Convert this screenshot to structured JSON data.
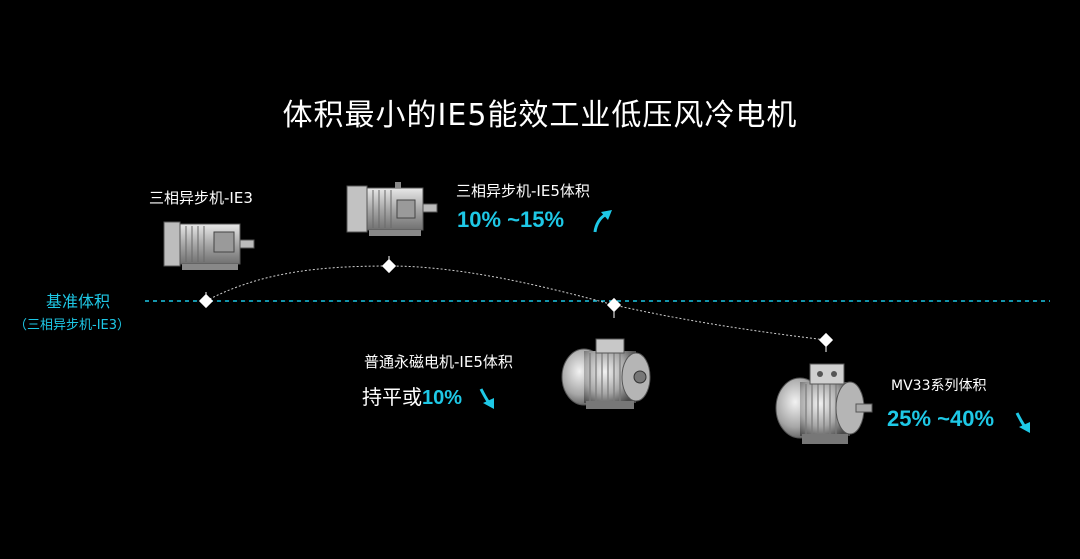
{
  "title": "体积最小的IE5能效工业低压风冷电机",
  "baseline": {
    "label": "基准体积",
    "sublabel": "（三相异步机-IE3）",
    "color": "#1ec8e6"
  },
  "items": [
    {
      "label": "三相异步机-IE3",
      "change": ""
    },
    {
      "label": "三相异步机-IE5体积",
      "change": "10% ~15%",
      "direction": "up"
    },
    {
      "label": "普通永磁电机-IE5体积",
      "change_prefix": "持平或",
      "change": "10%",
      "direction": "down"
    },
    {
      "label": "MV33系列体积",
      "change": "25% ~40%",
      "direction": "down"
    }
  ],
  "icons": [
    "motor-ie3-image",
    "motor-ie5-image",
    "motor-pm-image",
    "motor-mv33-image",
    "up-arrow-icon",
    "down-arrow-icon"
  ]
}
